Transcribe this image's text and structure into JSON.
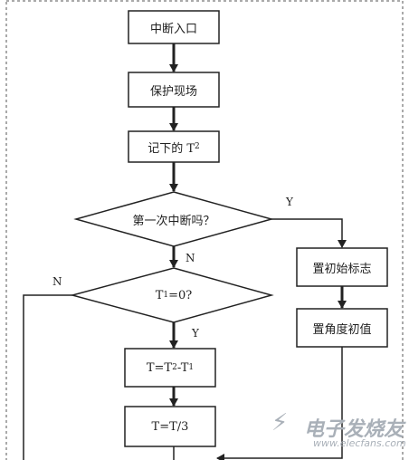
{
  "nodes": {
    "entry": "中断入口",
    "save_context": "保护现场",
    "record_t2_prefix": "记下的 T",
    "record_t2_sub": "2",
    "first_interrupt_q": "第一次中断吗？",
    "set_flag": "置初始标志",
    "t1_zero_q_prefix": "T",
    "t1_zero_q_sub": "1",
    "t1_zero_q_suffix": "=0?",
    "calc_t_prefix": "T=T",
    "calc_t_sub_a": "2",
    "calc_t_mid": "-T",
    "calc_t_sub_b": "1",
    "set_angle": "置角度初值",
    "calc_t_third": "T=T/3"
  },
  "edge_labels": {
    "first_yes": "Y",
    "first_no": "N",
    "t1_no": "N",
    "t1_yes": "Y"
  },
  "watermark": {
    "line1": "电子发烧友",
    "line2": "www.elecfans.com"
  },
  "colors": {
    "stroke": "#222222",
    "frame_dash": "#555555",
    "watermark": "#a9b0b8"
  }
}
